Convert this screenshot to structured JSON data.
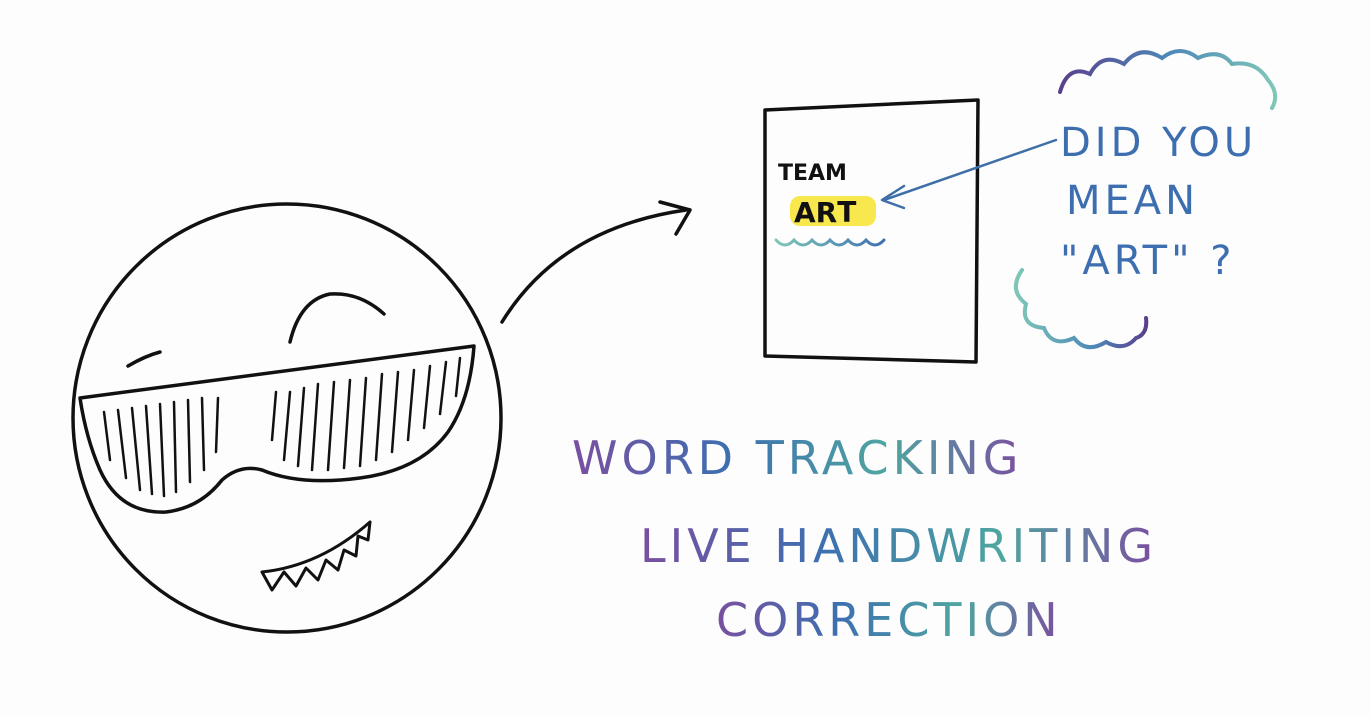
{
  "document_sketch": {
    "line1": "TEAM",
    "line2": "ARΤ"
  },
  "thought_bubble": {
    "line1": "DID YOU",
    "line2": "MEAN",
    "line3": "\"ART\" ?"
  },
  "caption": {
    "line1": "WORD TRACKING",
    "line2": "LIVE HANDWRITING",
    "line3": "CORRECTION"
  },
  "colors": {
    "ink": "#111111",
    "highlight": "#f7e43a",
    "arrow_blue": "#3f6fa8",
    "bubble_teal": "#6fb9b0",
    "bubble_purple": "#5b3f8c",
    "caption_gradient": [
      "#7a4fa0",
      "#3d6fb0",
      "#4fa6a0",
      "#7a4fa0"
    ]
  }
}
